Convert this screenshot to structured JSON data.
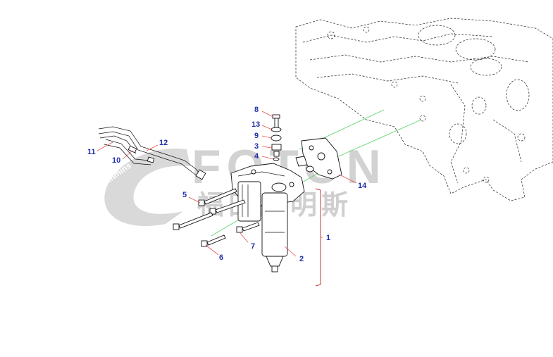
{
  "watermark": {
    "brand": "FOTON",
    "brand_cn": "福田康明斯",
    "badge": "Cummins"
  },
  "callouts": {
    "c1": "1",
    "c2": "2",
    "c3": "3",
    "c4": "4",
    "c5": "5",
    "c6": "6",
    "c7": "7",
    "c8": "8",
    "c9": "9",
    "c10": "10",
    "c11": "11",
    "c12": "12",
    "c13": "13",
    "c14": "14"
  },
  "colors": {
    "callout": "#1f2fa8",
    "leader": "#e5534b",
    "guide_line": "#5fd46a",
    "bracket": "#c0392b",
    "watermark": "#d2d2d2"
  }
}
